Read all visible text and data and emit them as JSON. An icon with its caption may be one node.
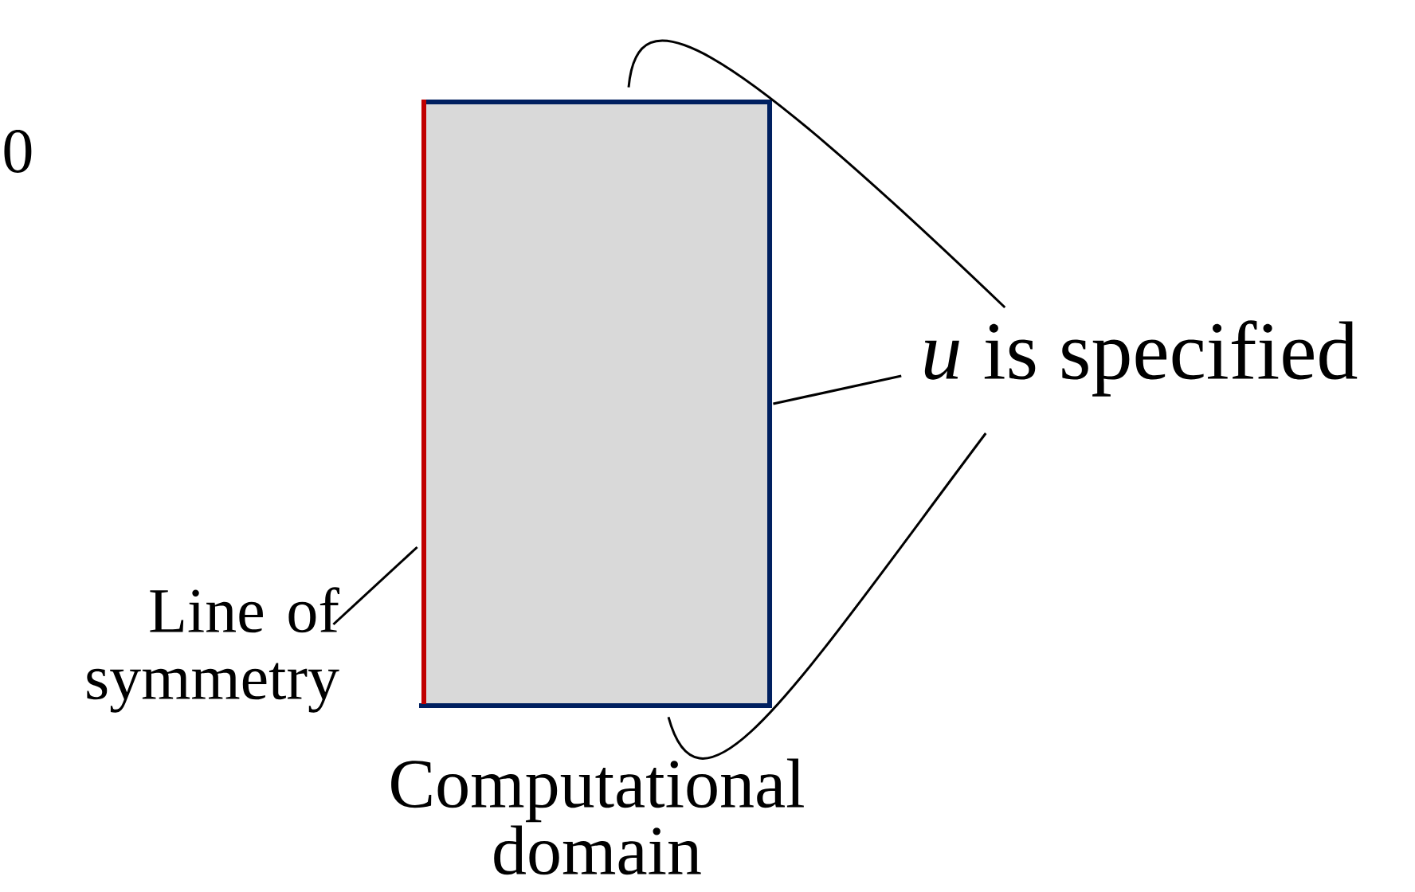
{
  "diagram": {
    "nodes": [
      {
        "text": [
          "Computational domain"
        ]
      },
      {
        "text": [
          "*u* is specified"
        ]
      },
      {
        "text": [
          "Line of symmetry"
        ]
      }
    ],
    "edges": [
      {
        "from": 1,
        "to": 0,
        "arrow": "none"
      },
      {
        "from": 1,
        "to": 0,
        "arrow": "none"
      },
      {
        "from": 1,
        "to": 0,
        "arrow": "none"
      },
      {
        "from": 2,
        "to": 0,
        "arrow": "none"
      }
    ],
    "labels": [
      "0"
    ]
  }
}
